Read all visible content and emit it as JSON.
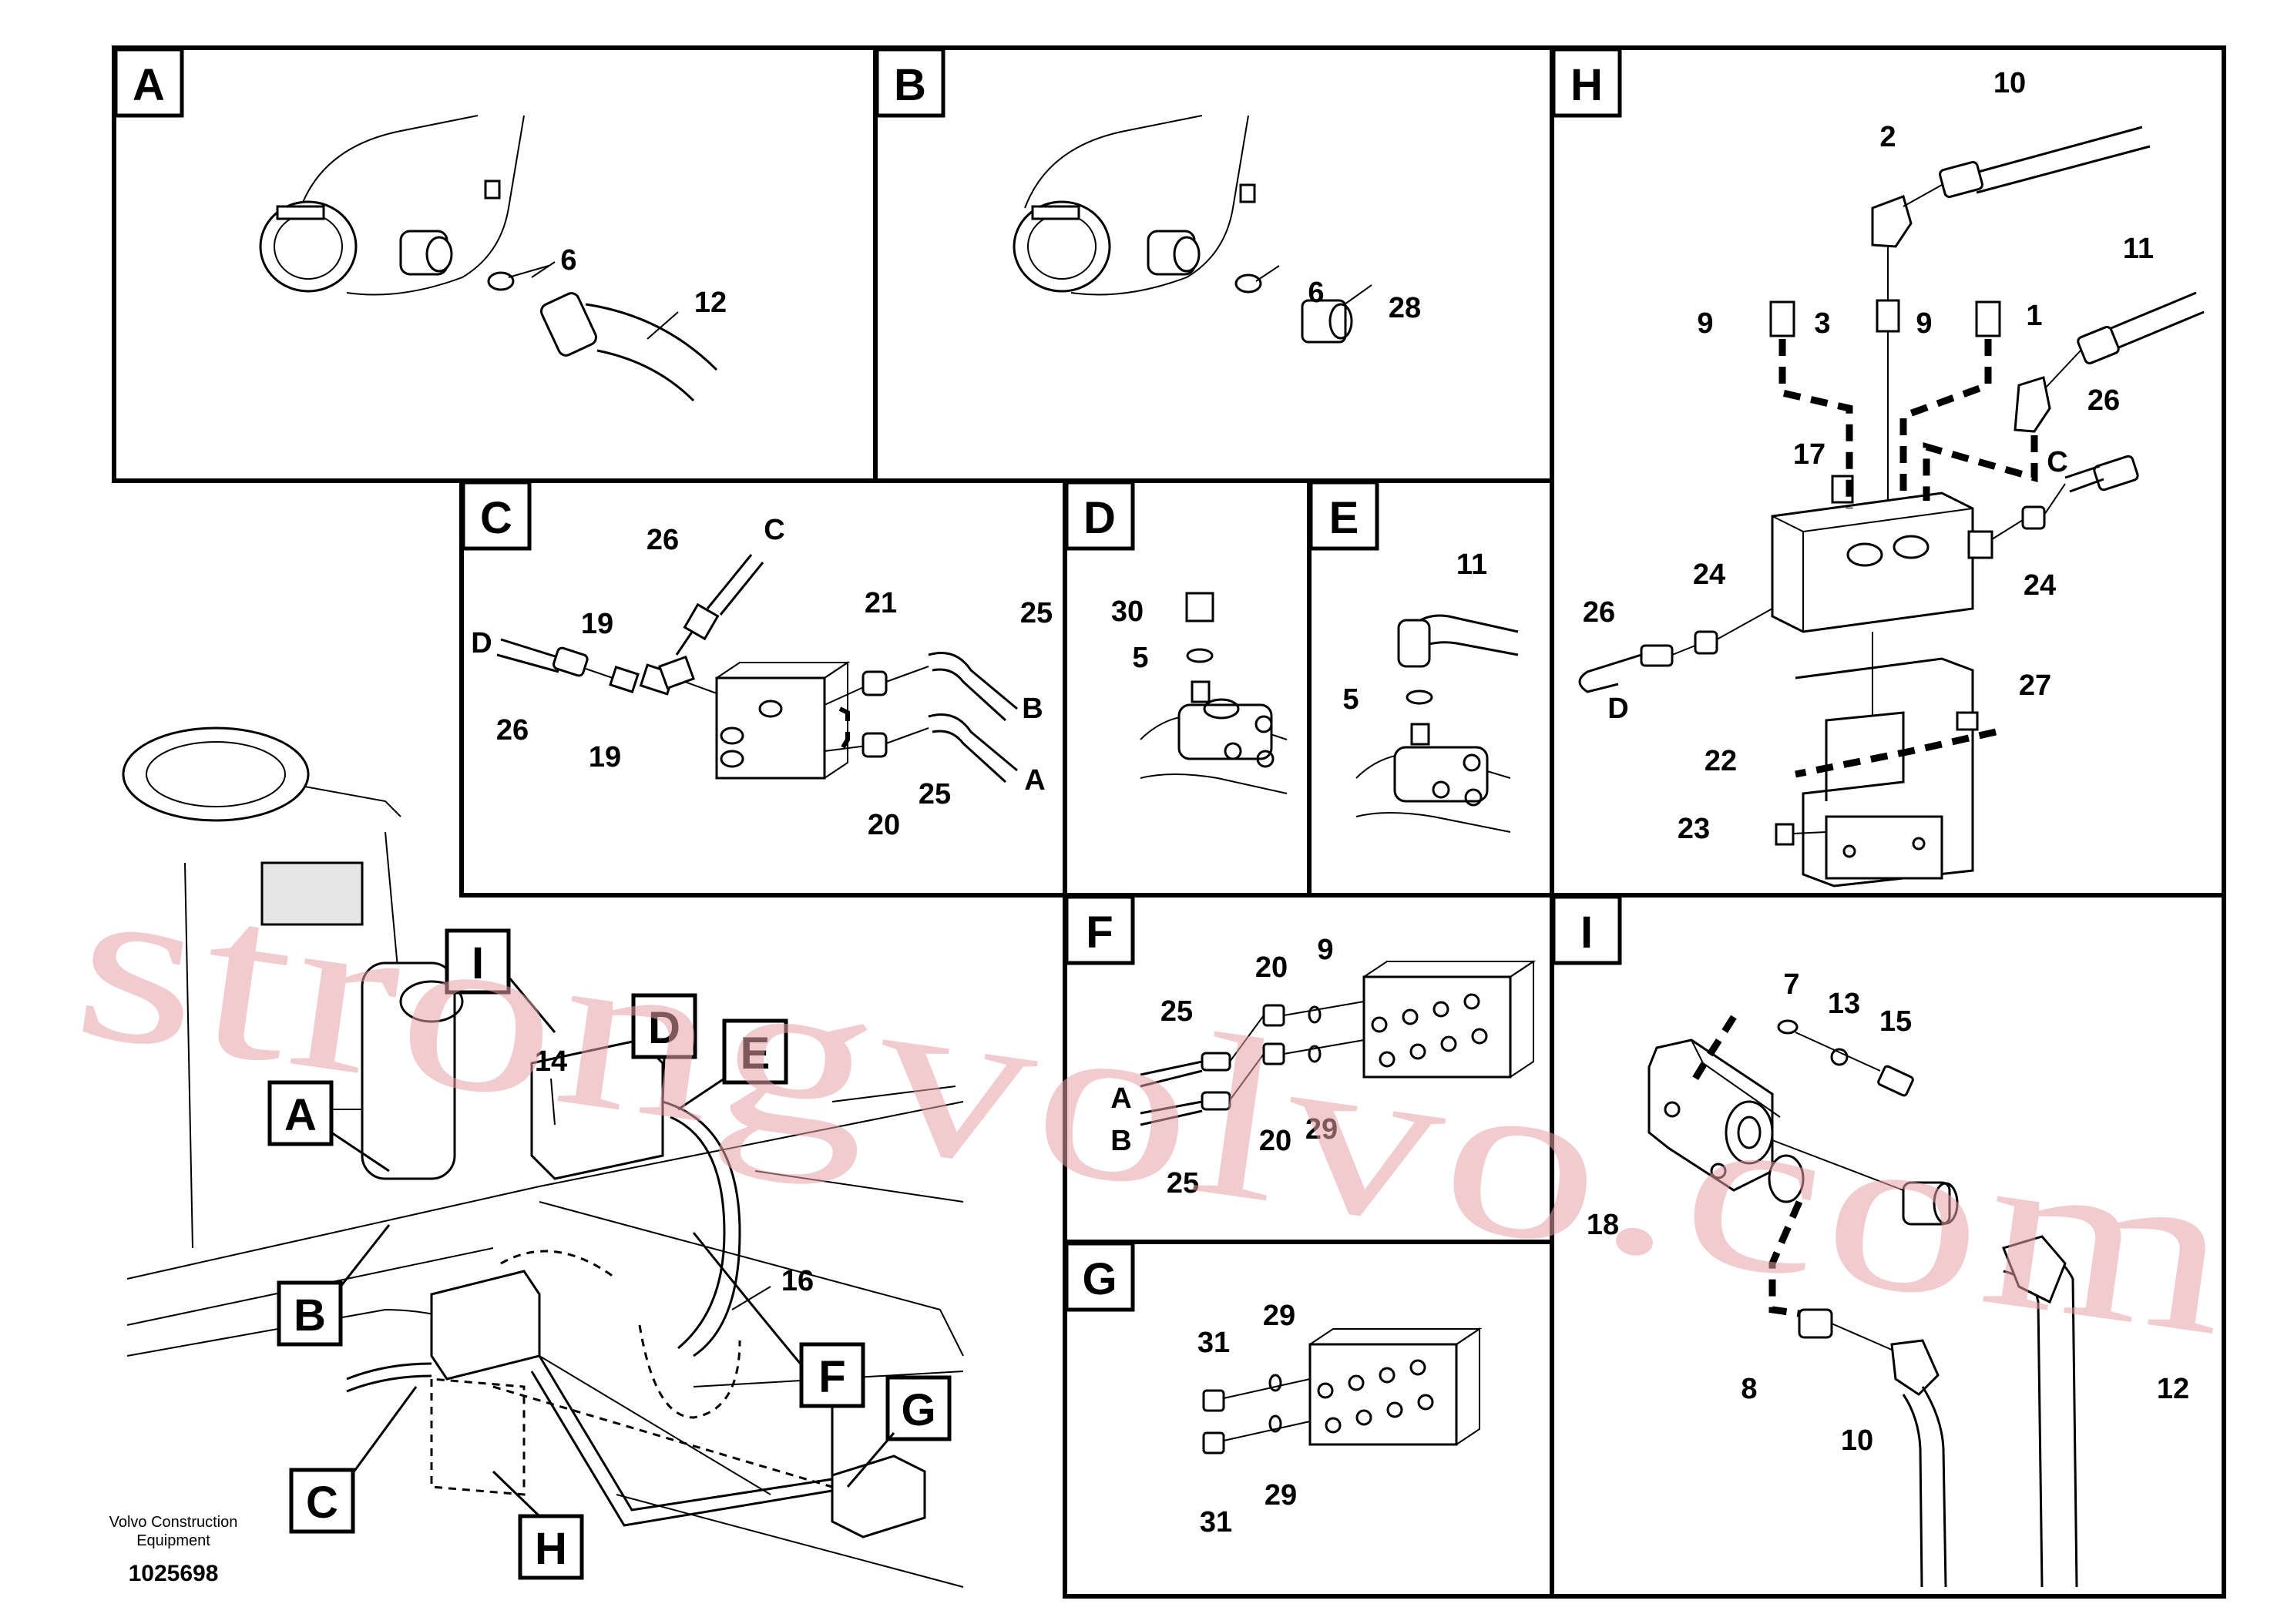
{
  "panels": {
    "A": {
      "letter": "A",
      "labels": [
        "6",
        "12"
      ]
    },
    "B": {
      "letter": "B",
      "labels": [
        "6",
        "28"
      ]
    },
    "C": {
      "letter": "C",
      "labels": [
        "26",
        "C",
        "D",
        "19",
        "26",
        "19",
        "21",
        "25",
        "B",
        "20",
        "25",
        "A"
      ]
    },
    "D": {
      "letter": "D",
      "labels": [
        "30",
        "5"
      ]
    },
    "E": {
      "letter": "E",
      "labels": [
        "11",
        "5"
      ]
    },
    "F": {
      "letter": "F",
      "labels": [
        "9",
        "20",
        "25",
        "A",
        "B",
        "20",
        "29",
        "25"
      ]
    },
    "G": {
      "letter": "G",
      "labels": [
        "31",
        "29",
        "29",
        "31"
      ]
    },
    "H": {
      "letter": "H",
      "labels": [
        "10",
        "2",
        "11",
        "9",
        "3",
        "9",
        "1",
        "26",
        "C",
        "17",
        "24",
        "24",
        "26",
        "27",
        "D",
        "22",
        "23"
      ]
    },
    "I": {
      "letter": "I",
      "labels": [
        "7",
        "13",
        "15",
        "18",
        "8",
        "12",
        "10"
      ]
    }
  },
  "overview": {
    "callouts": [
      "I",
      "D",
      "E",
      "A",
      "B",
      "C",
      "H",
      "F",
      "G"
    ],
    "labels": [
      "14",
      "16"
    ]
  },
  "footer": {
    "company": "Volvo Construction",
    "company2": "Equipment",
    "drawing_number": "1025698"
  },
  "watermark": "strongvolvo.com"
}
